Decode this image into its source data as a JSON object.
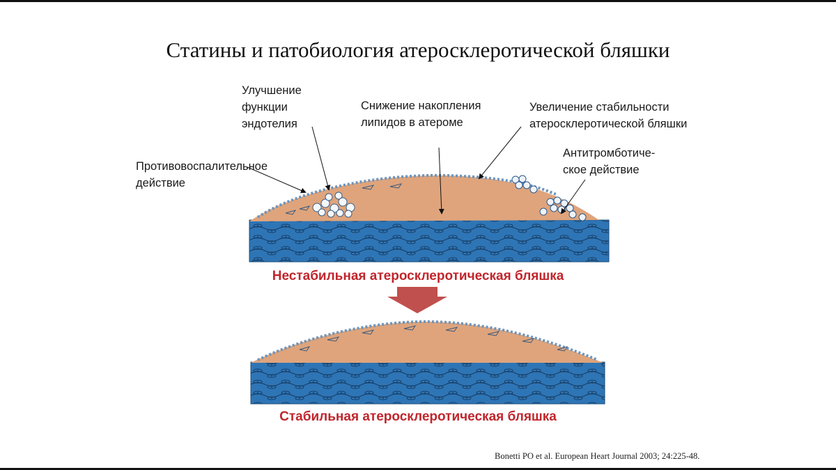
{
  "title": "Статины и патобиология атеросклеротической бляшки",
  "labels": {
    "endothelium": [
      "Улучшение",
      "функции",
      "эндотелия"
    ],
    "lipids": [
      "Снижение накопления",
      "липидов в атероме"
    ],
    "stability": [
      "Увеличение стабильности",
      "атеросклеротической бляшки"
    ],
    "inflammation": [
      "Противовоспалительное",
      "действие"
    ],
    "antithrombotic": [
      "Антитромботиче-",
      "ское действие"
    ]
  },
  "captions": {
    "unstable": "Нестабильная атеросклеротическая бляшка",
    "stable": "Стабильная атеросклеротическая бляшка"
  },
  "citation": "Bonetti PO et al. European Heart Journal 2003; 24:225-48.",
  "colors": {
    "caption_red": "#c0262c",
    "arrow_red": "#c0504d",
    "plaque": "#dfa47c",
    "vessel_wall": "#2e75b6"
  }
}
